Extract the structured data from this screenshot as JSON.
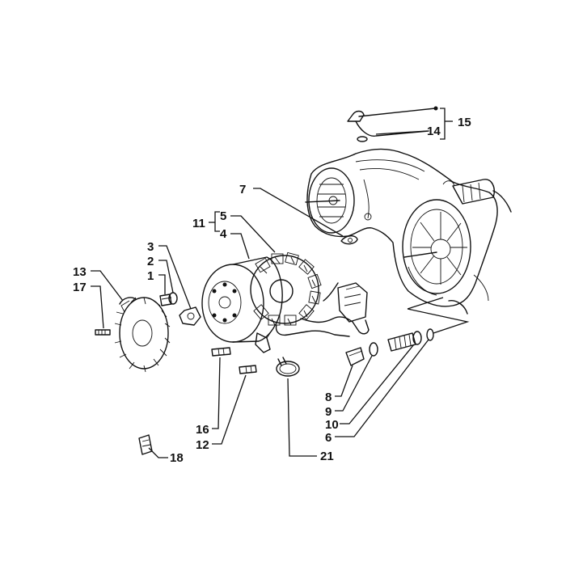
{
  "callouts": {
    "c1": "1",
    "c2": "2",
    "c3": "3",
    "c4": "4",
    "c5": "5",
    "c6": "6",
    "c7": "7",
    "c8": "8",
    "c9": "9",
    "c10": "10",
    "c11": "11",
    "c12": "12",
    "c13": "13",
    "c14": "14",
    "c15": "15",
    "c16": "16",
    "c17": "17",
    "c18": "18",
    "c21": "21"
  },
  "colors": {
    "ink": "#111111",
    "background": "#ffffff"
  }
}
